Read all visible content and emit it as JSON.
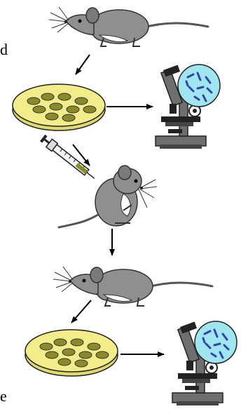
{
  "diagram": {
    "edge_text": {
      "top": "d",
      "bottom": "e"
    },
    "nodes": [
      {
        "id": "mouse-1",
        "kind": "mouse"
      },
      {
        "id": "culture-plate-1",
        "kind": "petri-dish-with-colonies"
      },
      {
        "id": "microscope-1",
        "kind": "microscope-with-bacteria-view"
      },
      {
        "id": "syringe",
        "kind": "syringe-injection"
      },
      {
        "id": "mouse-2",
        "kind": "mouse-injected"
      },
      {
        "id": "mouse-3",
        "kind": "mouse"
      },
      {
        "id": "culture-plate-2",
        "kind": "petri-dish-with-colonies"
      },
      {
        "id": "microscope-2",
        "kind": "microscope-with-bacteria-view"
      }
    ],
    "edges": [
      [
        "mouse-1",
        "culture-plate-1"
      ],
      [
        "culture-plate-1",
        "microscope-1"
      ],
      [
        "syringe",
        "mouse-2"
      ],
      [
        "mouse-2",
        "mouse-3"
      ],
      [
        "mouse-3",
        "culture-plate-2"
      ],
      [
        "culture-plate-2",
        "microscope-2"
      ]
    ],
    "colors": {
      "mouse_fur": "#8f8f8f",
      "mouse_belly": "#ffffff",
      "mouse_ear": "#7a7a7a",
      "dish_fill": "#f3ec8a",
      "colony_fill": "#8a8a2a",
      "microscope_body": "#6e6e6e",
      "microscope_dark": "#222222",
      "lens_view": "#9fe6f0",
      "bacteria": "#3344aa",
      "arrow": "#000000"
    }
  }
}
